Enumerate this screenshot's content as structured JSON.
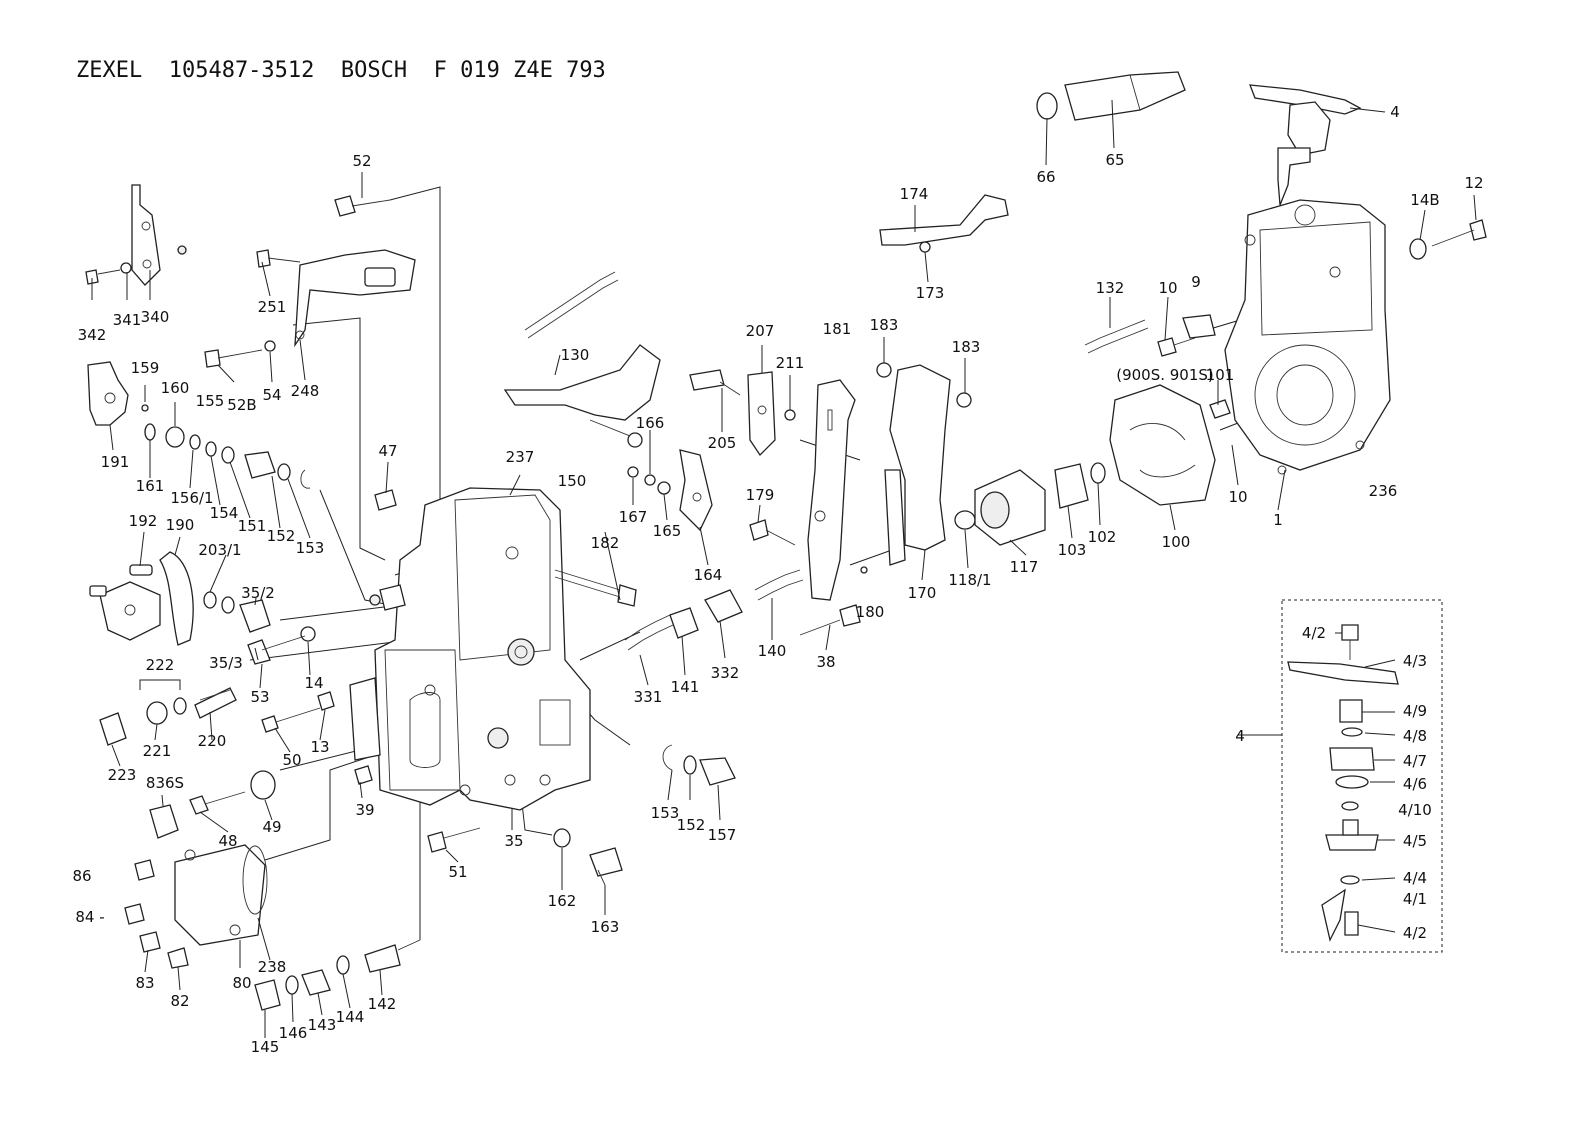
{
  "title": "ZEXEL  105487-3512  BOSCH  F 019 Z4E 793",
  "callouts": [
    "52",
    "342",
    "341",
    "340",
    "251",
    "52B",
    "54",
    "248",
    "155",
    "159",
    "160",
    "191",
    "161",
    "156/1",
    "154",
    "151",
    "152",
    "153",
    "47",
    "192",
    "190",
    "203/1",
    "35/2",
    "35/3",
    "53",
    "14",
    "222",
    "221",
    "220",
    "223",
    "50",
    "13",
    "836S",
    "48",
    "49",
    "39",
    "86",
    "84 -",
    "83",
    "82",
    "80",
    "238",
    "145",
    "146",
    "143",
    "144",
    "142",
    "51",
    "35",
    "162",
    "163",
    "237",
    "150",
    "182",
    "130",
    "166",
    "167",
    "165",
    "164",
    "331",
    "141",
    "332",
    "153",
    "152",
    "157",
    "207",
    "211",
    "205",
    "181",
    "179",
    "140",
    "180",
    "38",
    "183",
    "183",
    "170",
    "118/1",
    "174",
    "173",
    "66",
    "65",
    "132",
    "10",
    "9",
    "(900S. 901S)",
    "101",
    "117",
    "103",
    "102",
    "100",
    "10",
    "1",
    "236",
    "4",
    "14B",
    "12"
  ],
  "detail_callouts": [
    "4/2",
    "4/3",
    "4/9",
    "4/8",
    "4/7",
    "4/6",
    "4/10",
    "4/5",
    "4/4",
    "4/1",
    "4/2",
    "4"
  ]
}
